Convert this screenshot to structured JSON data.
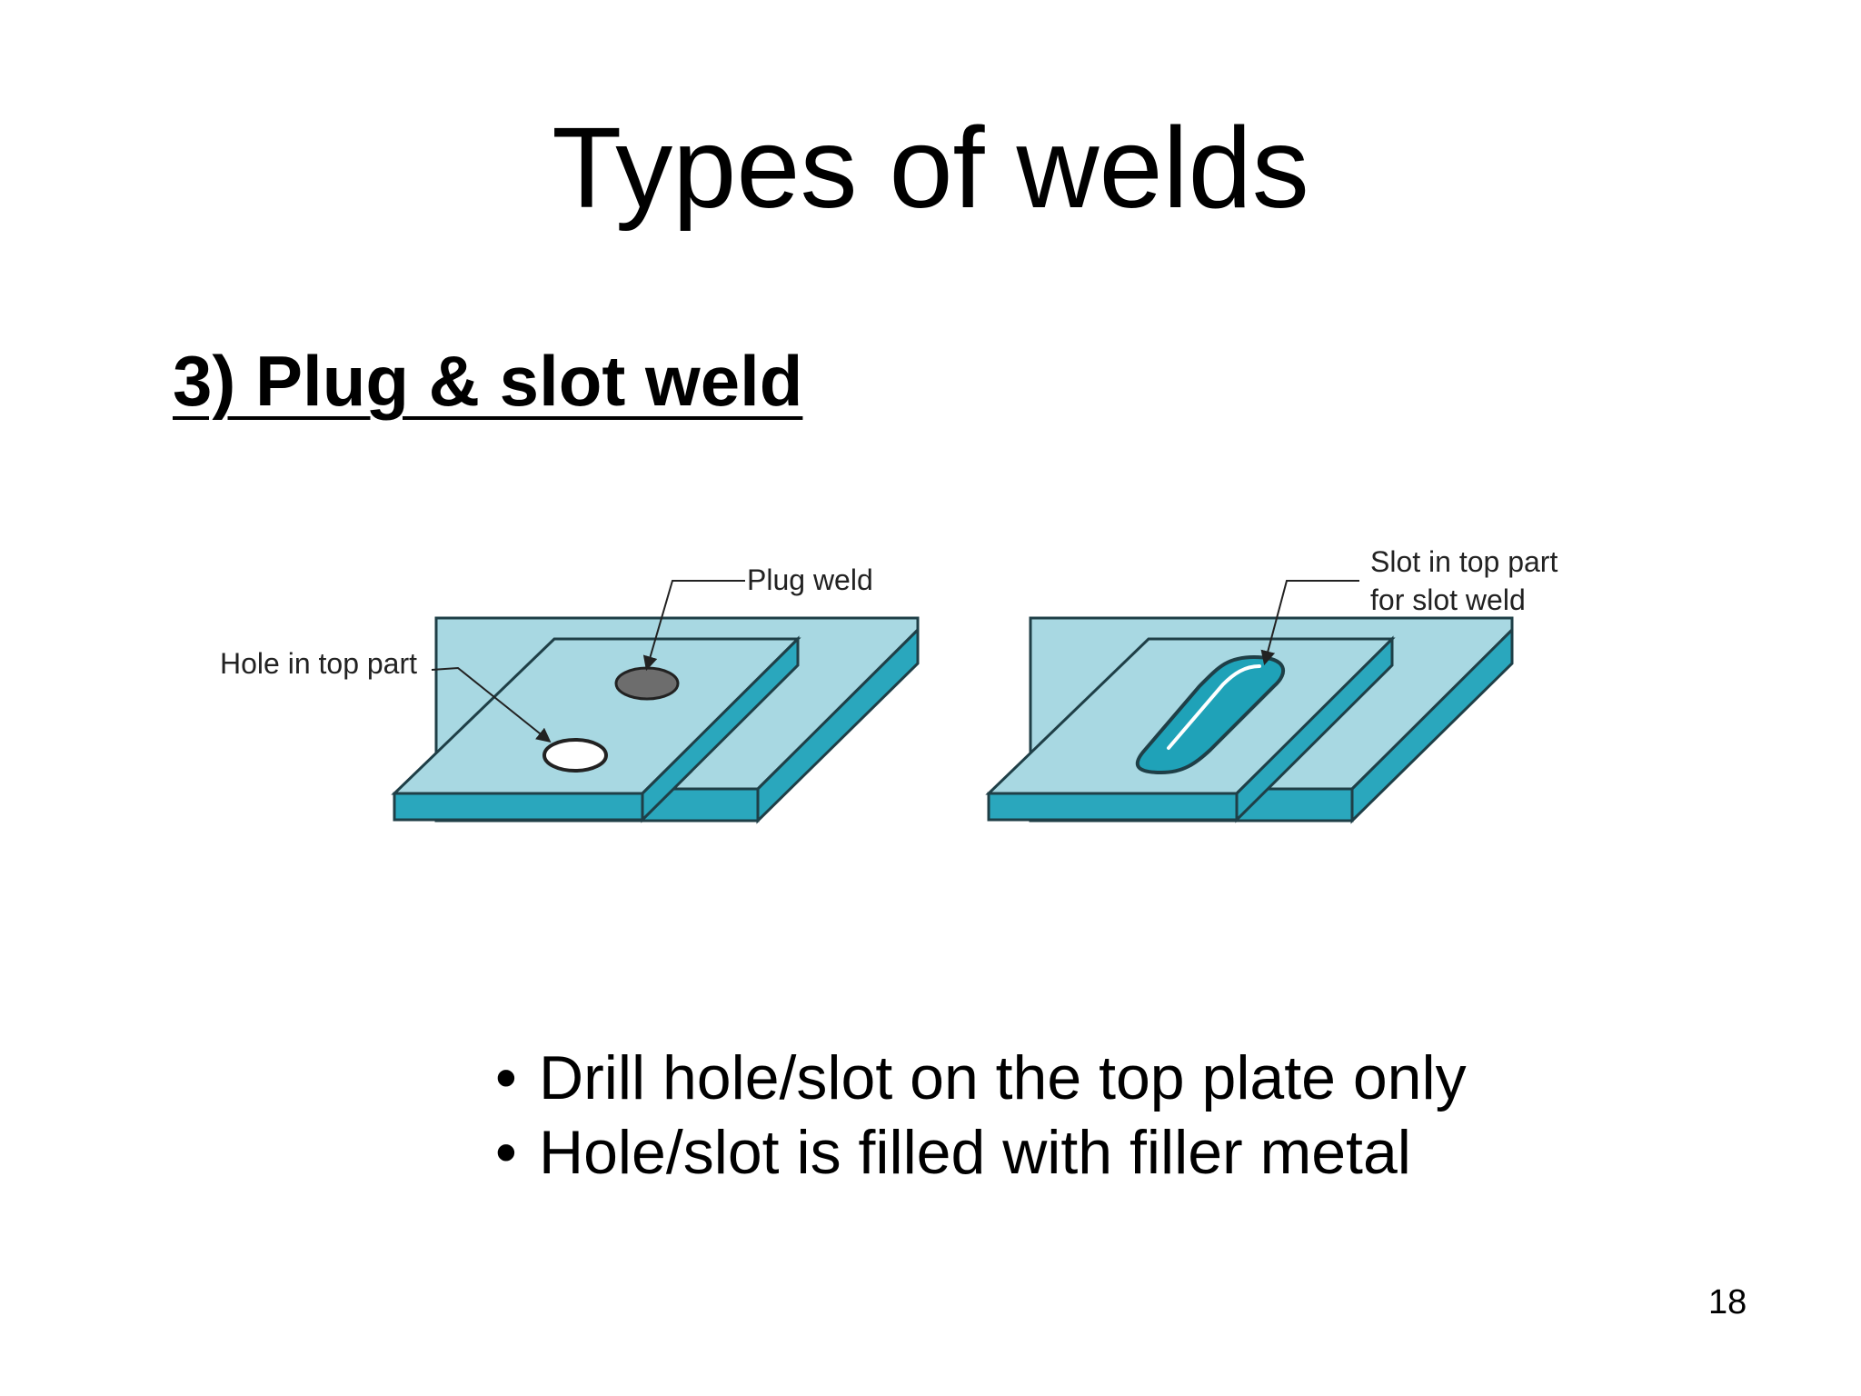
{
  "slide": {
    "title": "Types of welds",
    "heading": "3) Plug & slot weld",
    "page_number": "18"
  },
  "figure": {
    "colors": {
      "plate_top": "#a8d8e2",
      "plate_side": "#2aa7bd",
      "plate_edge": "#1f3f47",
      "plug_fill": "#6d6d6d",
      "slot_fill": "#1fa2b8"
    },
    "callouts": {
      "plug_weld": "Plug weld",
      "hole_in_top_part": "Hole in top part",
      "slot_line1": "Slot in top part",
      "slot_line2": "for slot weld"
    }
  },
  "bullets": [
    "Drill hole/slot on the top plate only",
    "Hole/slot is filled with filler metal"
  ]
}
